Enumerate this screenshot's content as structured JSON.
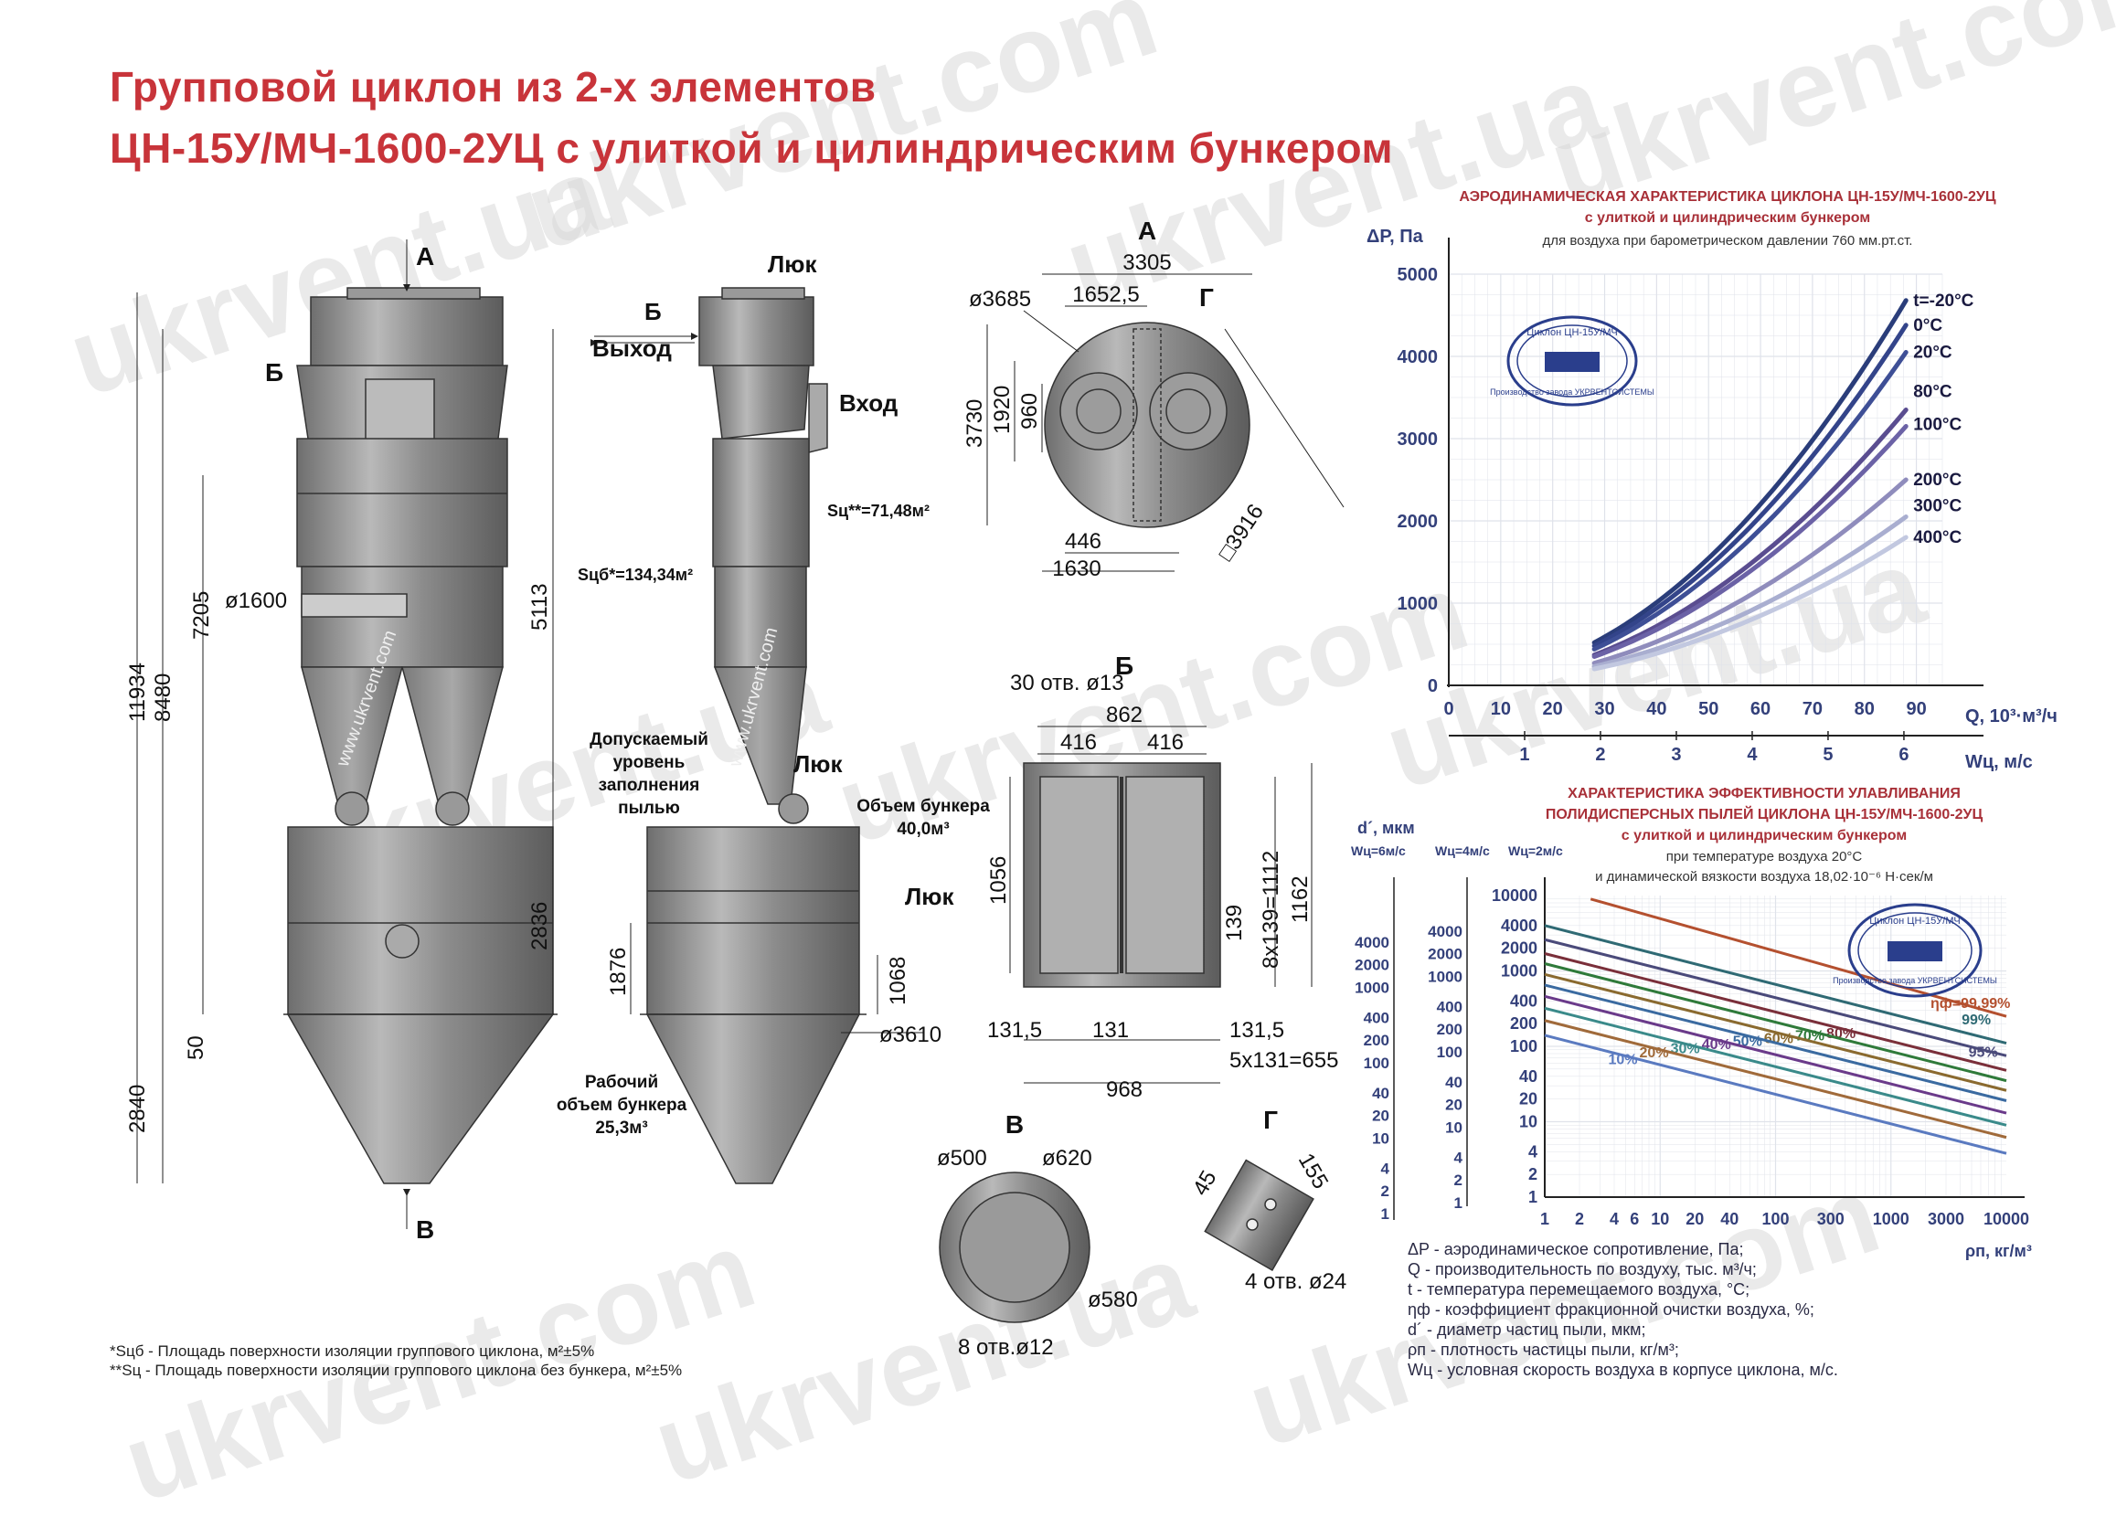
{
  "title": {
    "line1": "Групповой циклон из 2-х элементов",
    "line2": "ЦН-15У/МЧ-1600-2УЦ с улиткой и цилиндрическим бункером"
  },
  "watermark": [
    "ukrvent.ua",
    "ukrvent.com",
    "ukrvent.ua",
    "ukrvent.com",
    "ukrvent.ua",
    "ukrvent.com",
    "ukrvent.ua",
    "ukrvent.com"
  ],
  "drawing": {
    "views": {
      "A": "А",
      "B": "Б",
      "V": "В",
      "G": "Г"
    },
    "front": {
      "dims": [
        "11934",
        "8480",
        "7205",
        "5113",
        "2836",
        "2840",
        "50",
        "ø1600"
      ],
      "labels": {
        "b": "Б",
        "a": "А",
        "v": "В"
      },
      "s_total": "Sцб*=134,34м²",
      "www": "www.ukrvent.com"
    },
    "side": {
      "labels": [
        "Люк",
        "Б",
        "Выход",
        "Вход",
        "Люк",
        "Люк"
      ],
      "s_cyc": "Sц**=71,48м²",
      "fill_level": [
        "Допускаемый",
        "уровень",
        "заполнения",
        "пылью"
      ],
      "bunker_volume": [
        "Объем бункера",
        "40,0м³"
      ],
      "work_volume": [
        "Рабочий",
        "объем бункера",
        "25,3м³"
      ],
      "dims": [
        "1876",
        "1068",
        "ø3610"
      ],
      "www": "www.ukrvent.com"
    },
    "viewA": {
      "dims": [
        "3305",
        "ø3685",
        "1652,5",
        "3730",
        "1920",
        "960",
        "446",
        "1630",
        "□3916"
      ],
      "g": "Г"
    },
    "viewB": {
      "dims": [
        "30 отв. ø13",
        "862",
        "416",
        "416",
        "1056",
        "8x139=1112",
        "1162",
        "139",
        "131,5",
        "131",
        "131,5",
        "5x131=655",
        "968"
      ]
    },
    "viewV": {
      "dims": [
        "ø500",
        "ø620",
        "ø580",
        "8 отв.ø12"
      ]
    },
    "viewG": {
      "dims": [
        "45",
        "155",
        "4 отв. ø24"
      ]
    }
  },
  "chart_data": [
    {
      "type": "line",
      "title": "АЭРОДИНАМИЧЕСКАЯ ХАРАКТЕРИСТИКА ЦИКЛОНА ЦН-15У/МЧ-1600-2УЦ",
      "subtitle": "с улиткой и цилиндрическим бункером",
      "note": "для воздуха при барометрическом давлении 760 мм.рт.ст.",
      "ylabel": "ΔP, Па",
      "xlabel": "Q, 10³·м³/ч",
      "x2label": "Wц, м/с",
      "xlim": [
        0,
        95
      ],
      "ylim": [
        0,
        5000
      ],
      "xticks": [
        0,
        10,
        20,
        30,
        40,
        50,
        60,
        70,
        80,
        90
      ],
      "yticks": [
        0,
        1000,
        2000,
        3000,
        4000,
        5000
      ],
      "x2ticks": [
        1,
        2,
        3,
        4,
        5,
        6
      ],
      "grid": true,
      "series": [
        {
          "name": "t=-20°C",
          "x": [
            28,
            88
          ],
          "y": [
            520,
            4680
          ]
        },
        {
          "name": "0°C",
          "x": [
            28,
            88
          ],
          "y": [
            480,
            4380
          ]
        },
        {
          "name": "20°C",
          "x": [
            28,
            88
          ],
          "y": [
            440,
            4050
          ]
        },
        {
          "name": "80°C",
          "x": [
            28,
            88
          ],
          "y": [
            370,
            3350
          ]
        },
        {
          "name": "100°C",
          "x": [
            28,
            88
          ],
          "y": [
            350,
            3150
          ]
        },
        {
          "name": "200°C",
          "x": [
            28,
            88
          ],
          "y": [
            270,
            2500
          ]
        },
        {
          "name": "300°C",
          "x": [
            28,
            88
          ],
          "y": [
            230,
            2050
          ]
        },
        {
          "name": "400°C",
          "x": [
            28,
            88
          ],
          "y": [
            200,
            1800
          ]
        }
      ],
      "colors": [
        "#2a3d7a",
        "#33448a",
        "#3e4f96",
        "#5a4d90",
        "#6b62a6",
        "#8f8cbc",
        "#a9aed0",
        "#c2c8e0"
      ],
      "logo": {
        "top": "Циклон ЦН-15У/МЧ",
        "bottom": "Производство завода УКРВЕНТСИСТЕМЫ"
      }
    },
    {
      "type": "line",
      "title": "ХАРАКТЕРИСТИКА ЭФФЕКТИВНОСТИ УЛАВЛИВАНИЯ",
      "title2": "ПОЛИДИСПЕРСНЫХ ПЫЛЕЙ ЦИКЛОНА ЦН-15У/МЧ-1600-2УЦ",
      "subtitle": "с улиткой и цилиндрическим бункером",
      "note1": "при температуре воздуха 20°С",
      "note2": "и динамической вязкости воздуха 18,02·10⁻⁶ Н·сек/м",
      "ylabel": "d´, мкм",
      "yscales": [
        "Wц=6м/с",
        "Wц=4м/с",
        "Wц=2м/с"
      ],
      "xlabel": "ρп, кг/м³",
      "xscale": "log",
      "yscale": "log",
      "xlim": [
        1,
        10000
      ],
      "ylim": [
        1,
        10000
      ],
      "xticks": [
        "1",
        "2",
        "4",
        "6",
        "10",
        "20",
        "40",
        "100",
        "300",
        "1000",
        "3000",
        "10000"
      ],
      "yticks_main": [
        "10000",
        "4000",
        "2000",
        "1000",
        "400",
        "200",
        "100",
        "40",
        "20",
        "10",
        "4",
        "2",
        "1"
      ],
      "yticks_w4": [
        "4000",
        "2000",
        "1000",
        "400",
        "200",
        "100",
        "40",
        "20",
        "10",
        "4",
        "2",
        "1"
      ],
      "yticks_w6": [
        "4000",
        "2000",
        "1000",
        "400",
        "200",
        "100",
        "40",
        "20",
        "10",
        "4",
        "2",
        "1"
      ],
      "series": [
        {
          "name": "ηф=99,99%",
          "x": [
            2.5,
            10000
          ],
          "y": [
            9000,
            250
          ]
        },
        {
          "name": "99%",
          "x": [
            1,
            10000
          ],
          "y": [
            4000,
            110
          ]
        },
        {
          "name": "95%",
          "x": [
            1,
            10000
          ],
          "y": [
            2600,
            75
          ]
        },
        {
          "name": "80%",
          "x": [
            1,
            10000
          ],
          "y": [
            1700,
            48
          ]
        },
        {
          "name": "70%",
          "x": [
            1,
            10000
          ],
          "y": [
            1250,
            35
          ]
        },
        {
          "name": "60%",
          "x": [
            1,
            10000
          ],
          "y": [
            900,
            26
          ]
        },
        {
          "name": "50%",
          "x": [
            1,
            10000
          ],
          "y": [
            650,
            19
          ]
        },
        {
          "name": "40%",
          "x": [
            1,
            10000
          ],
          "y": [
            460,
            13
          ]
        },
        {
          "name": "30%",
          "x": [
            1,
            10000
          ],
          "y": [
            320,
            9
          ]
        },
        {
          "name": "20%",
          "x": [
            1,
            10000
          ],
          "y": [
            220,
            6.2
          ]
        },
        {
          "name": "10%",
          "x": [
            1,
            10000
          ],
          "y": [
            140,
            3.8
          ]
        }
      ],
      "colors": [
        "#b4502f",
        "#2f6a74",
        "#4a4a7a",
        "#7a2f3a",
        "#2f7a3a",
        "#8a6a2f",
        "#3a6aa0",
        "#6a3a8a",
        "#3a8a8a",
        "#a06a3a",
        "#5a7ac0"
      ],
      "logo": {
        "top": "Циклон ЦН-15У/МЧ",
        "bottom": "Производство завода УКРВЕНТСИСТЕМЫ"
      }
    }
  ],
  "legend": [
    "ΔP - аэродинамическое сопротивление, Па;",
    "Q - производительность по воздуху, тыс. м³/ч;",
    "t - температура перемещаемого воздуха, °С;",
    "ηф - коэффициент фракционной очистки воздуха, %;",
    "d´ - диаметр частиц пыли, мкм;",
    "ρп - плотность частицы пыли, кг/м³;",
    "Wц - условная скорость воздуха в корпусе циклона, м/с."
  ],
  "footnotes": [
    "*Sцб - Площадь поверхности изоляции группового циклона, м²±5%",
    "**Sц - Площадь поверхности изоляции группового циклона без бункера, м²±5%"
  ]
}
